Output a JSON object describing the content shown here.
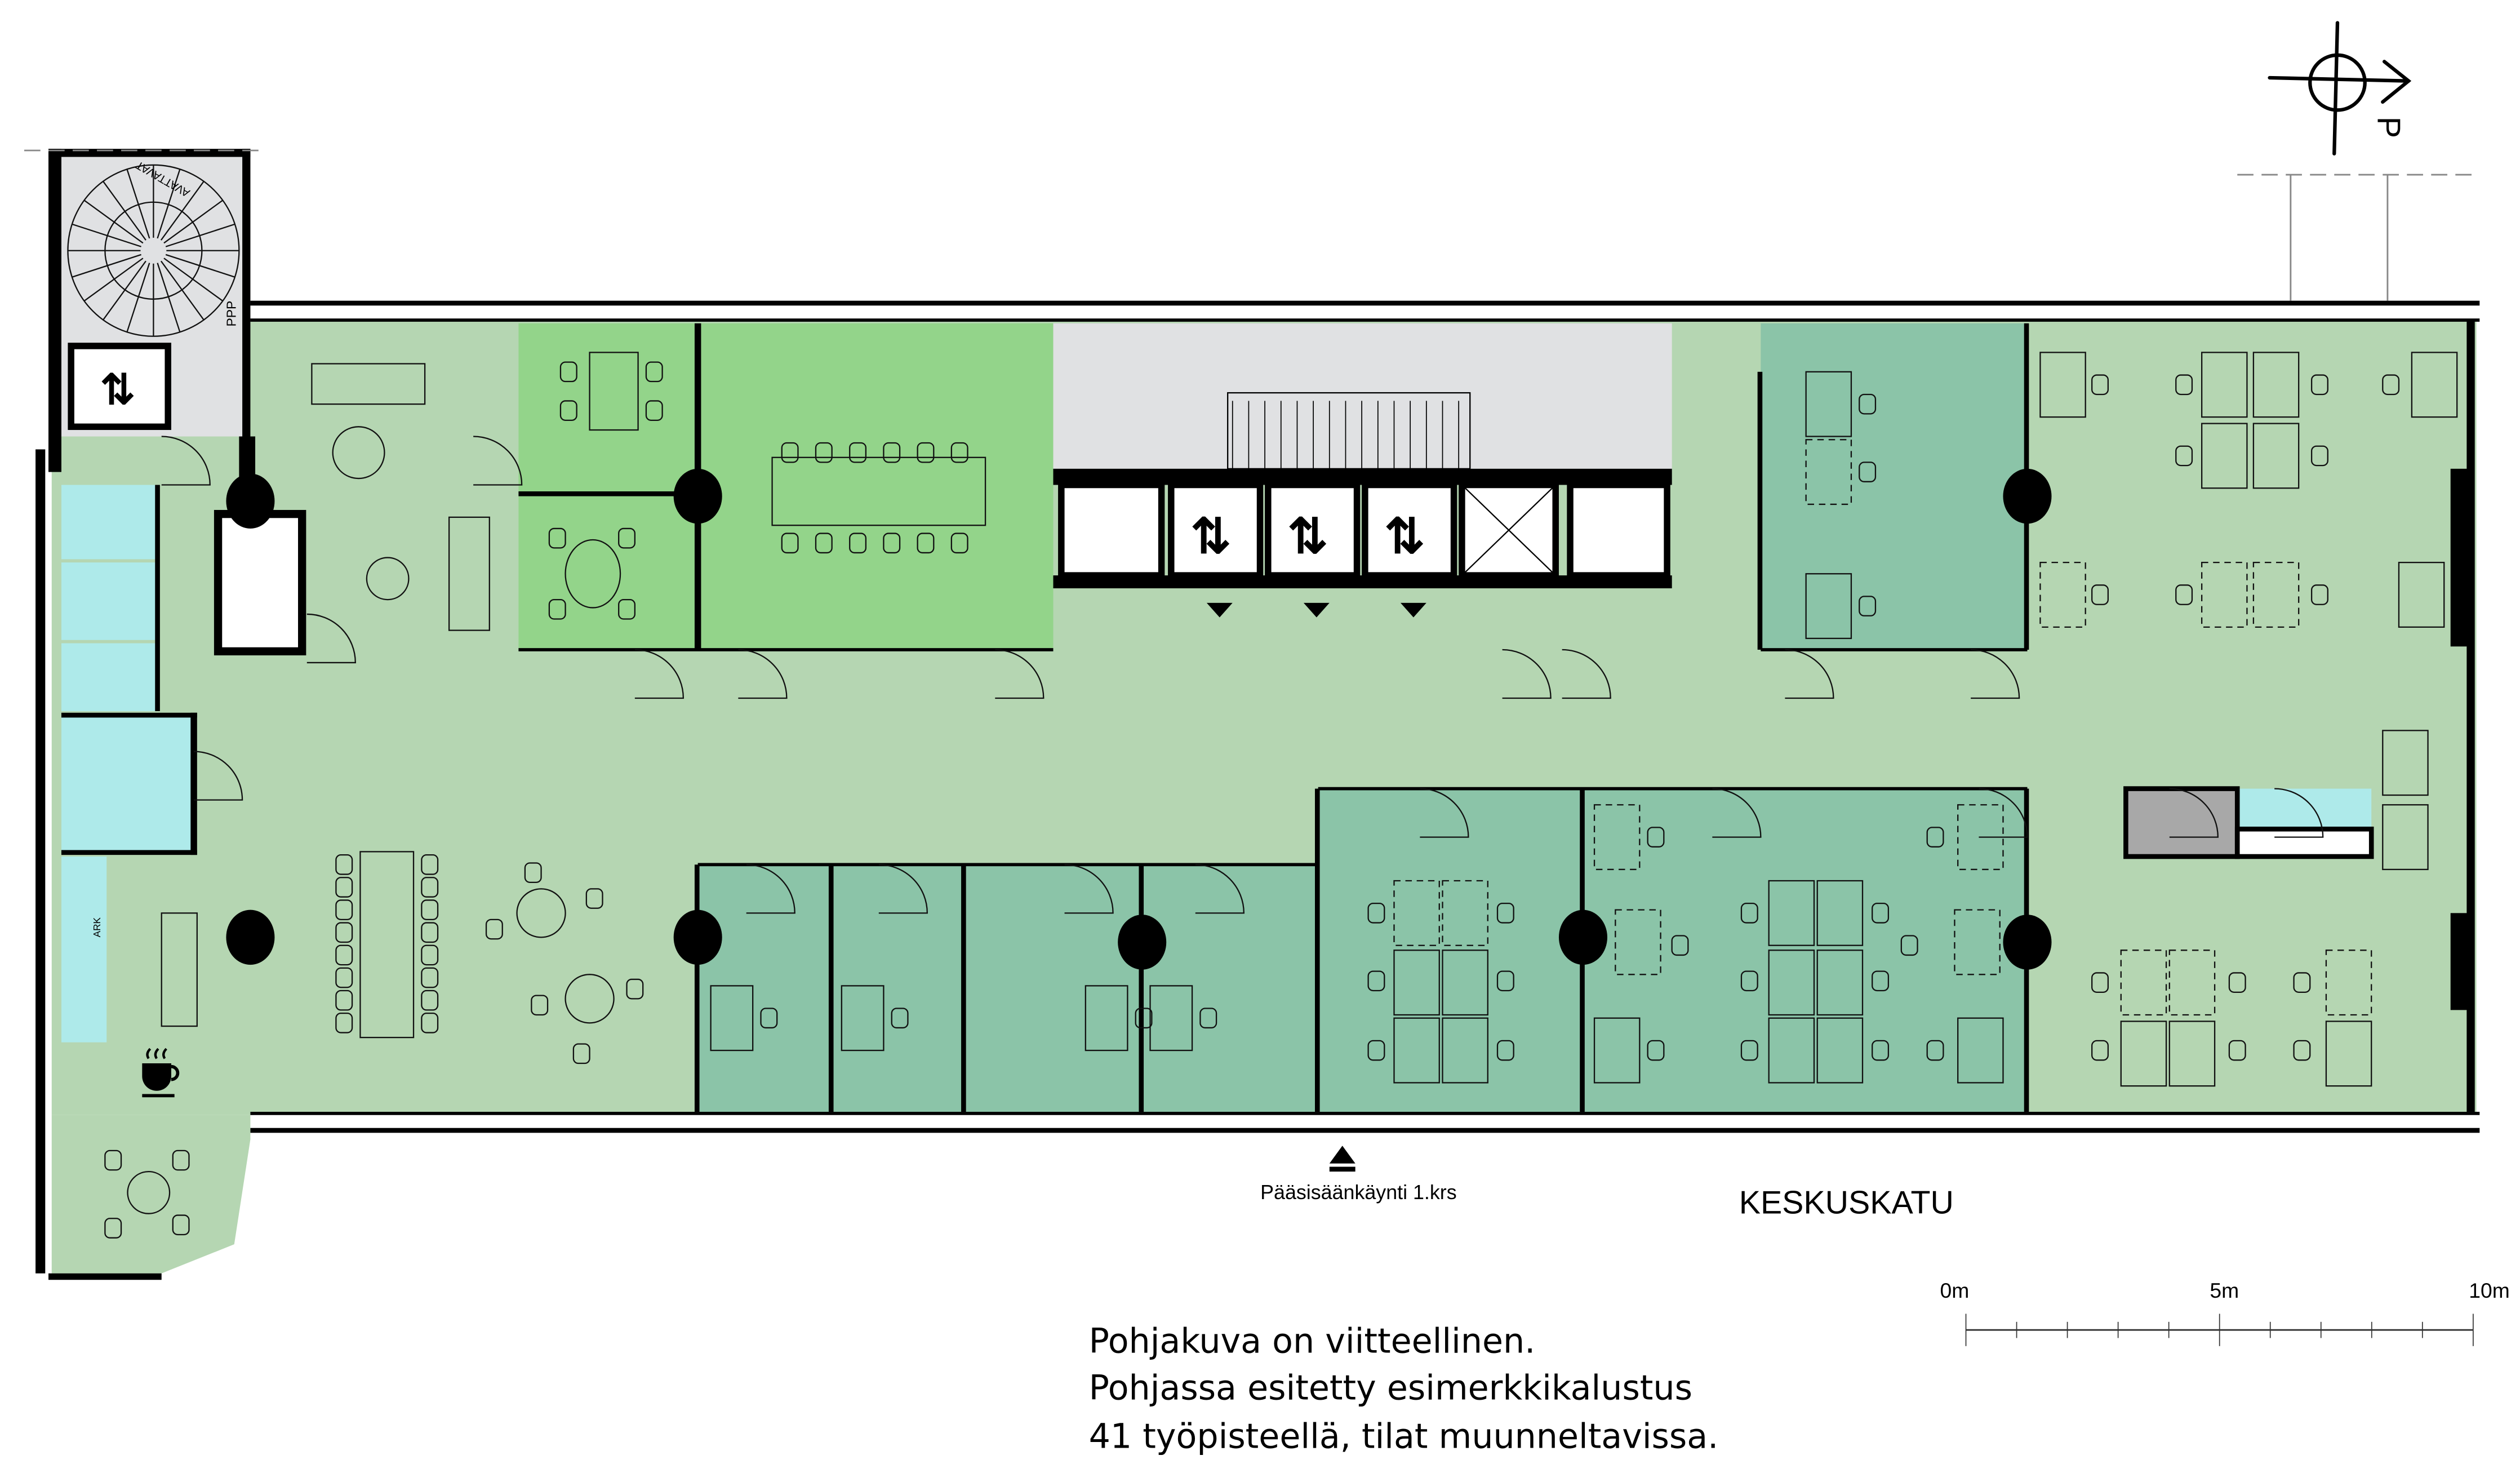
{
  "colors": {
    "circulation": "#b5d6b2",
    "meeting": "#93d48a",
    "workroom": "#8bc4a8",
    "wet": "#aeeaea",
    "core": "#e0e1e3",
    "storage": "#a8a8a8",
    "wall": "#000000"
  },
  "labels": {
    "stair_label": "AVATTAVAT",
    "shaft_label": "PPP",
    "kitchenette_label": "ARK",
    "entrance": "Pääsisäänkäynti 1.krs",
    "street": "KESKUSKATU",
    "north": "P"
  },
  "notes": [
    "Pohjakuva on viitteellinen.",
    "Pohjassa esitetty esimerkkikalustus",
    "41 työpisteellä, tilat muunneltavissa."
  ],
  "scale_bar": {
    "labels": [
      "0m",
      "5m",
      "10m"
    ],
    "max_m": 10,
    "minor_step_m": 1
  },
  "icons": [
    "coffee-icon",
    "north-arrow-icon",
    "elevator-icon",
    "entrance-arrow-icon"
  ]
}
